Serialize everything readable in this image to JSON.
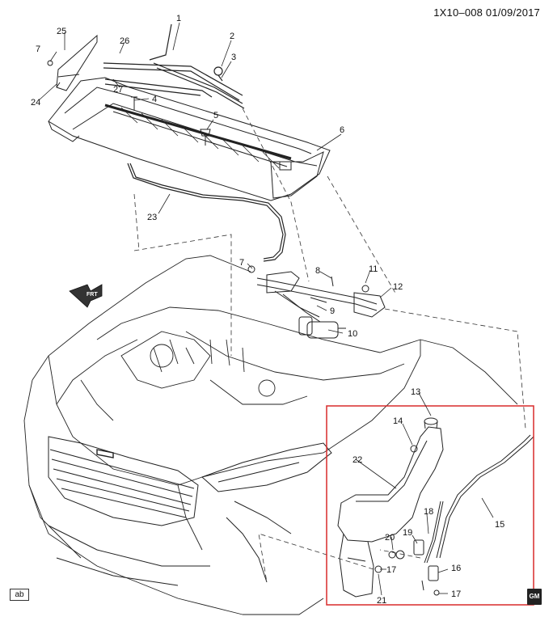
{
  "header": {
    "ref": "1X10–008 01/09/2017"
  },
  "badges": {
    "ab": "ab",
    "gm": "GM"
  },
  "arrow_label": "FRT",
  "callouts": {
    "c1": "1",
    "c2": "2",
    "c3": "3",
    "c4": "4",
    "c5": "5",
    "c6": "6",
    "c7a": "7",
    "c7b": "7",
    "c8": "8",
    "c9": "9",
    "c10": "10",
    "c11": "11",
    "c12": "12",
    "c13": "13",
    "c14": "14",
    "c15": "15",
    "c16": "16",
    "c17a": "17",
    "c17b": "17",
    "c18": "18",
    "c19": "19",
    "c20": "20",
    "c21": "21",
    "c22": "22",
    "c23": "23",
    "c24": "24",
    "c25": "25",
    "c26": "26",
    "c27": "27"
  },
  "colors": {
    "highlight_box": "#d92b2b",
    "line": "#222222",
    "background": "#ffffff"
  }
}
